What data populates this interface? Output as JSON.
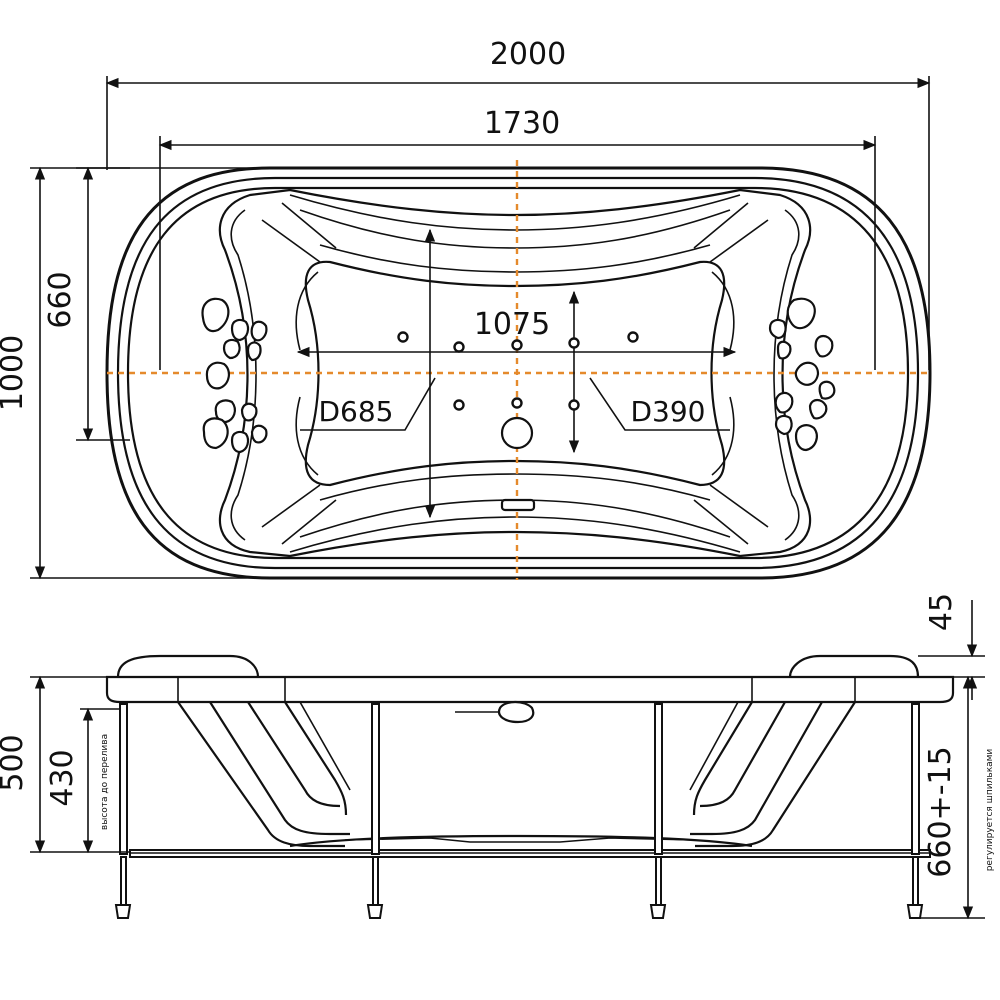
{
  "top_view": {
    "overall_length": "2000",
    "inner_length": "1730",
    "overall_width": "1000",
    "inner_width": "660",
    "bottom_length": "1075",
    "depth_left": "D685",
    "depth_right": "D390"
  },
  "side_view": {
    "rim_thickness": "45",
    "height": "500",
    "overflow_height": "430",
    "overflow_note": "высота до перелива",
    "adjustable_height": "660+-15",
    "adjustable_note": "регулируется шпильками"
  },
  "colors": {
    "lines": "#111111",
    "axis": "#e58a2c",
    "background": "#ffffff"
  }
}
